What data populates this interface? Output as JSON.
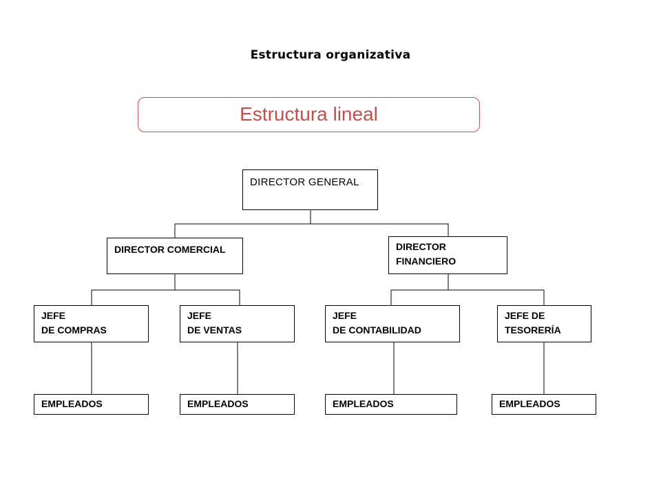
{
  "title": "Estructura organizativa",
  "subtitle": "Estructura lineal",
  "nodes": {
    "director_general": "DIRECTOR GENERAL",
    "director_comercial": "DIRECTOR COMERCIAL",
    "director_financiero": "DIRECTOR\nFINANCIERO",
    "jefe_compras": "JEFE\nDE COMPRAS",
    "jefe_ventas": "JEFE\nDE VENTAS",
    "jefe_contabilidad": "JEFE\nDE CONTABILIDAD",
    "jefe_tesoreria": "JEFE DE\nTESORERÍA",
    "empleados_1": "EMPLEADOS",
    "empleados_2": "EMPLEADOS",
    "empleados_3": "EMPLEADOS",
    "empleados_4": "EMPLEADOS"
  },
  "colors": {
    "subtitle_accent": "#c0504d",
    "line": "#000000"
  }
}
